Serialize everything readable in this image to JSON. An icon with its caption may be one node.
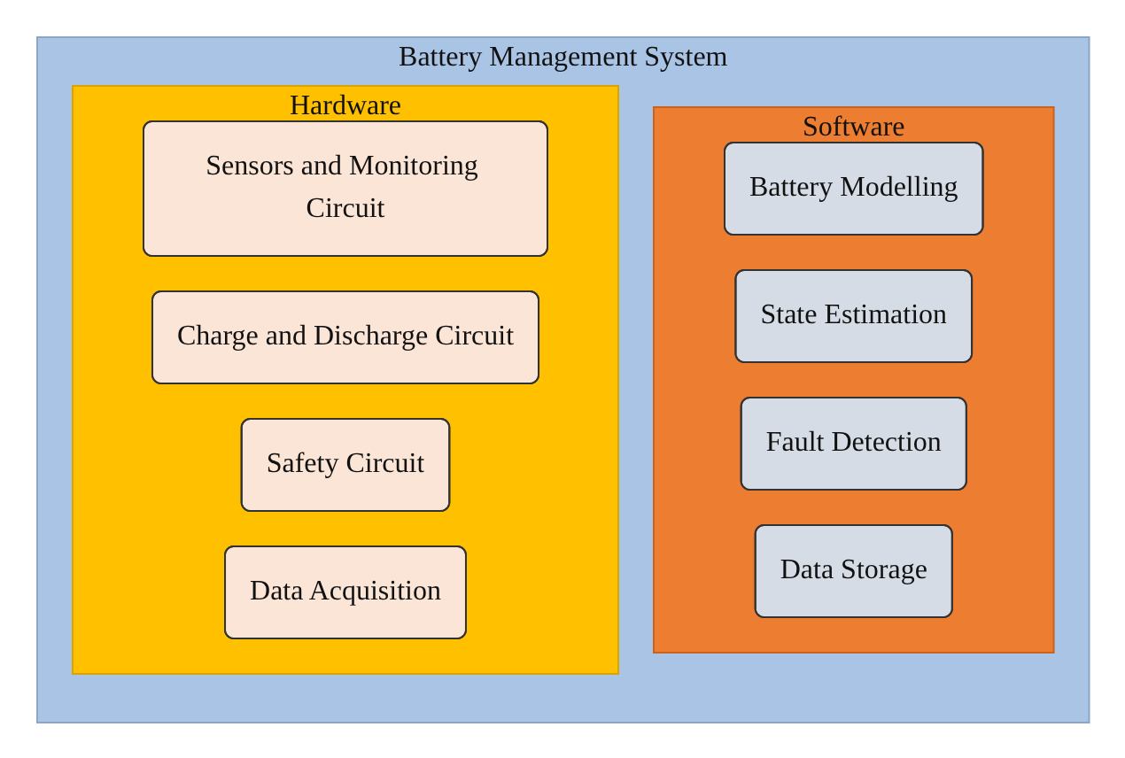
{
  "diagram": {
    "nodes": [
      {
        "text": [
          "Battery Management System"
        ]
      },
      {
        "text": [
          "Software"
        ],
        "in": 0
      },
      {
        "text": [
          "Battery Modelling"
        ],
        "in": 1
      },
      {
        "text": [
          "State Estimation"
        ],
        "in": 1
      },
      {
        "text": [
          "Fault Detection"
        ],
        "in": 1
      },
      {
        "text": [
          "Data Storage"
        ],
        "in": 1
      },
      {
        "text": [
          "Hardware"
        ],
        "in": 0
      },
      {
        "text": [
          "Sensors and Monitoring Circuit"
        ],
        "in": 6
      },
      {
        "text": [
          "Charge and Discharge Circuit"
        ],
        "in": 6
      },
      {
        "text": [
          "Safety Circuit"
        ],
        "in": 6
      },
      {
        "text": [
          "Data Acquisition"
        ],
        "in": 6
      }
    ]
  }
}
